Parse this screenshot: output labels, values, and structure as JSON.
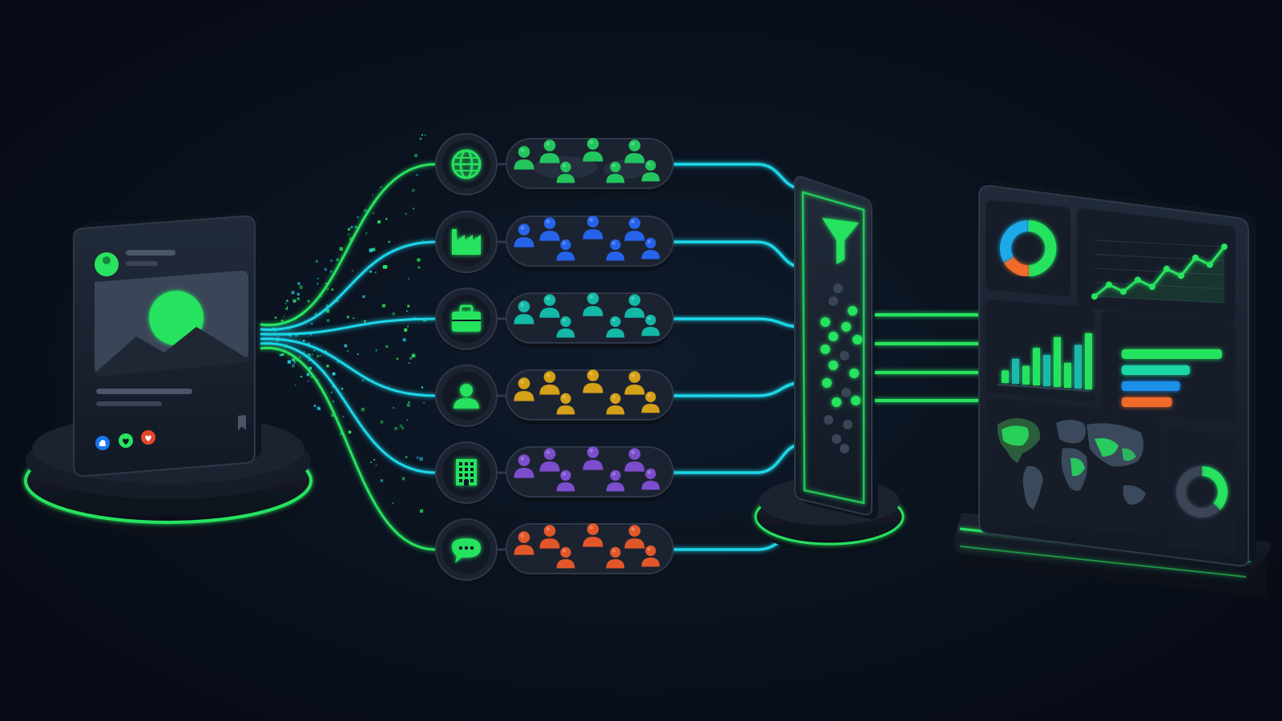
{
  "colors": {
    "background": "#070c16",
    "panel": "#1b2331",
    "panel_dark": "#111824",
    "accent_green": "#27e35f",
    "accent_cyan": "#1fd6e8",
    "facebook_blue": "#1877f2",
    "heart_red": "#e8452c",
    "orange": "#f26b2b"
  },
  "source_post": {
    "icons": [
      "avatar-icon",
      "image-icon",
      "like-icon",
      "love-icon",
      "heart-icon",
      "bookmark-icon"
    ]
  },
  "segments": [
    {
      "id": "global",
      "icon": "globe-icon",
      "color": "#22c55e",
      "map_background": true
    },
    {
      "id": "industry",
      "icon": "factory-icon",
      "color": "#2563eb"
    },
    {
      "id": "professional",
      "icon": "briefcase-icon",
      "color": "#14b8a6"
    },
    {
      "id": "individual",
      "icon": "user-icon",
      "color": "#d4a017"
    },
    {
      "id": "company",
      "icon": "office-building-icon",
      "color": "#7c4dcc"
    },
    {
      "id": "conversation",
      "icon": "chat-bubble-icon",
      "color": "#e2572a"
    }
  ],
  "filter": {
    "icon": "funnel-icon"
  },
  "dashboard": {
    "donut_top": [
      {
        "value": 50,
        "color": "#27e35f"
      },
      {
        "value": 17,
        "color": "#f26b2b"
      },
      {
        "value": 33,
        "color": "#1fa9e8"
      }
    ],
    "line_chart": {
      "values": [
        2,
        4,
        3,
        5,
        4,
        7,
        6,
        9,
        8,
        11
      ]
    },
    "bar_chart": {
      "values": [
        2,
        4,
        3,
        6,
        5,
        8,
        4,
        7,
        9
      ]
    },
    "hbar_list": [
      {
        "value": 1.0,
        "color": "#27e35f"
      },
      {
        "value": 0.68,
        "color": "#1fd6a8"
      },
      {
        "value": 0.58,
        "color": "#1f8fe8"
      },
      {
        "value": 0.5,
        "color": "#f26b2b"
      }
    ],
    "donut_bottom": [
      {
        "value": 38,
        "color": "#27e35f"
      },
      {
        "value": 62,
        "color": "#3a4455"
      }
    ]
  }
}
